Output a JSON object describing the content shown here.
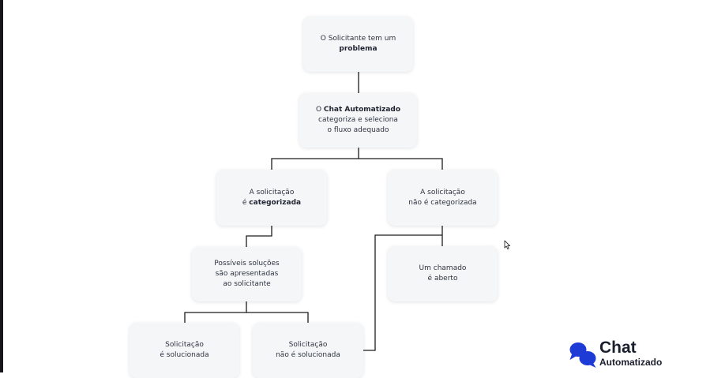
{
  "flowchart": {
    "nodes": {
      "start": {
        "line1": "O Solicitante tem um",
        "line2_bold": "problema"
      },
      "chat_classify": {
        "line1_prefix": "O ",
        "line1_bold": "Chat Automatizado",
        "line2": "categoriza e seleciona",
        "line3": "o fluxo adequado"
      },
      "categorized": {
        "line1": "A solicitação",
        "line2_prefix": "é ",
        "line2_bold": "categorizada"
      },
      "not_categorized": {
        "line1": "A solicitação",
        "line2": "não é categorizada"
      },
      "solutions": {
        "line1": "Possíveis soluções",
        "line2": "são apresentadas",
        "line3": "ao solicitante"
      },
      "ticket": {
        "line1": "Um chamado",
        "line2": "é aberto"
      },
      "solved": {
        "line1": "Solicitação",
        "line2": "é solucionada"
      },
      "not_solved": {
        "line1": "Solicitação",
        "line2": "não é solucionada"
      }
    }
  },
  "logo": {
    "title": "Chat",
    "subtitle": "Automatizado",
    "color": "#1f3bd6"
  },
  "colors": {
    "node_background": "#f5f6f8",
    "connector": "#1c1c1c",
    "text": "#2d3340"
  }
}
